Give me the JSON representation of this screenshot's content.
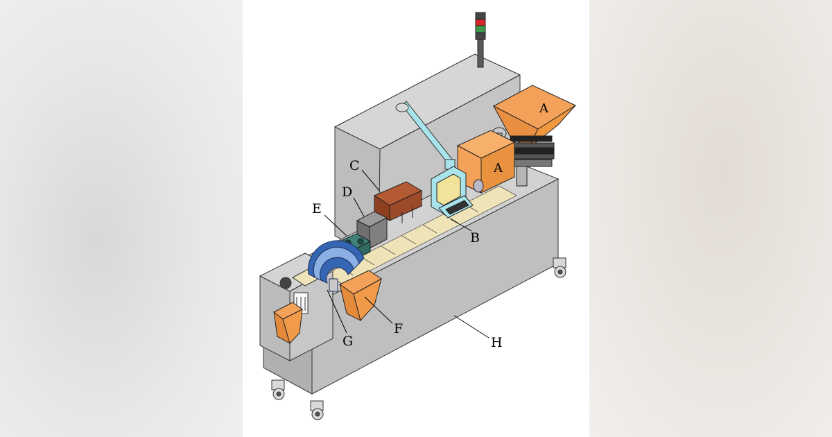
{
  "labels": {
    "a_hopper": "A",
    "a_box": "A",
    "b": "B",
    "c": "C",
    "d": "D",
    "e": "E",
    "f": "F",
    "g": "G",
    "h": "H"
  },
  "colors": {
    "frame": "#c3c3c3",
    "frame_dark": "#a9a9a9",
    "orange": "#f4a25a",
    "brown": "#9b4a2a",
    "cyan": "#a9e4ec",
    "dark_green": "#2f6b63",
    "blue": "#3566b4",
    "beacon_red": "#d8262a",
    "beacon_green": "#3d9a4a"
  }
}
